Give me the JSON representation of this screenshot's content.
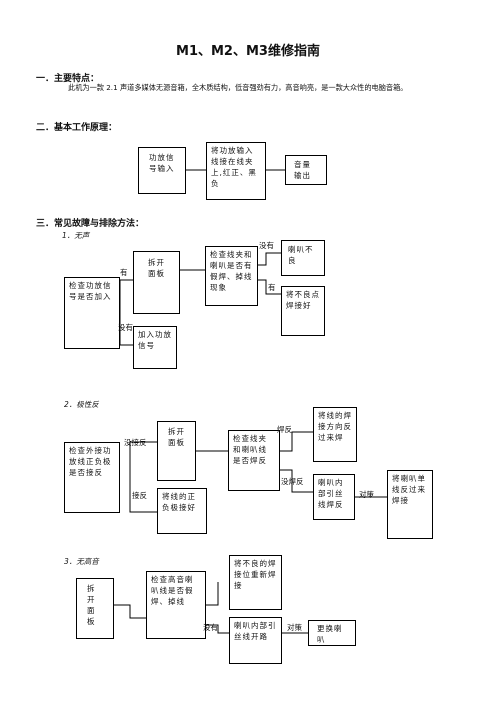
{
  "title": "M1、M2、M3维修指南",
  "section1": {
    "heading": "一．主要特点：",
    "body": "此机为一款 2.1 声道多媒体无源音箱，全木质结构，低音强劲有力，高音响亮，是一款大众性的电脑音箱。"
  },
  "section2": {
    "heading": "二．基本工作原理：",
    "boxes": [
      "功放信号输入",
      "将功放输入线接在线夹上,红正、黑负",
      "音量输出"
    ]
  },
  "section3": {
    "heading": "三．常见故障与排除方法：",
    "case1": {
      "title": "1．无声",
      "boxes": {
        "check": "检查功放信号是否加入",
        "open": "拆开面板",
        "add": "加入功放信号",
        "inspect": "检查线夹和喇叭是否有假焊、掉线现象",
        "horn": "喇叭不良",
        "resolder": "将不良点焊接好"
      },
      "labels": {
        "yes1": "有",
        "no1": "没有",
        "no2": "没有",
        "yes2": "有"
      }
    },
    "case2": {
      "title": "2．极性反",
      "boxes": {
        "check": "检查外接功放线正负极是否接反",
        "open": "拆开面板",
        "fix": "将线的正负极接好",
        "inspect": "检查线夹和喇叭线是否焊反",
        "weld": "将线的焊接方向反过来焊",
        "internal": "喇叭内部引丝线焊反",
        "single": "将喇叭单线反过来焊接"
      },
      "labels": {
        "notrev": "没接反",
        "rev": "接反",
        "weldrev1": "焊反",
        "notweldrev": "没焊反",
        "measure": "对策"
      }
    },
    "case3": {
      "title": "3．无高音",
      "boxes": {
        "open": "拆开面板",
        "check": "检查高音喇叭线是否假焊、掉线",
        "resolder": "将不良的焊接位重新焊接",
        "internal": "喇叭内部引丝线开路",
        "replace": "更换喇叭"
      },
      "labels": {
        "no": "没有",
        "measure": "对策"
      }
    }
  }
}
